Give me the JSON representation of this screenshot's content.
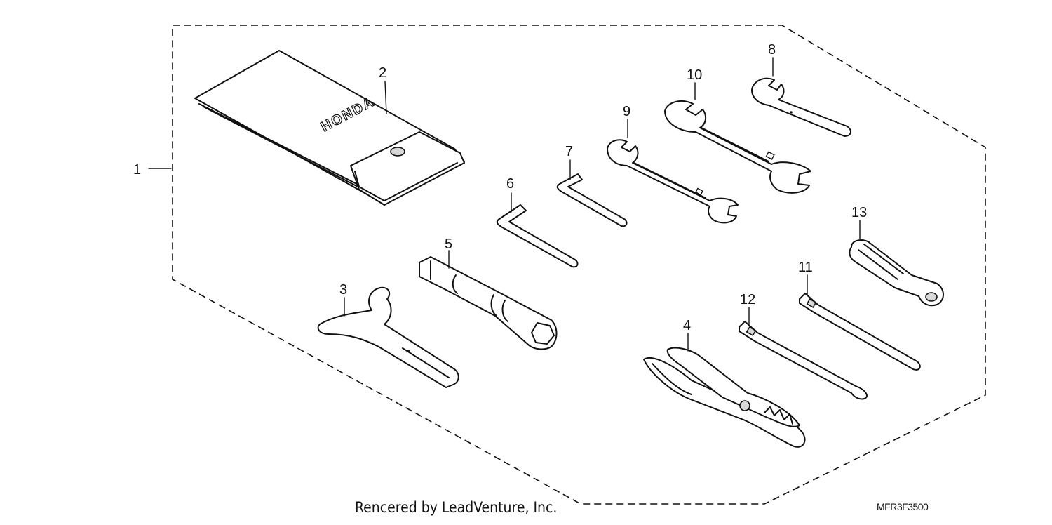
{
  "callouts": {
    "c1": "1",
    "c2": "2",
    "c3": "3",
    "c4": "4",
    "c5": "5",
    "c6": "6",
    "c7": "7",
    "c8": "8",
    "c9": "9",
    "c10": "10",
    "c11": "11",
    "c12": "12",
    "c13": "13"
  },
  "pouch_brand": "HONDA",
  "footer": {
    "credit": "Rencered by LeadVenture, Inc.",
    "code": "MFR3F3500"
  }
}
